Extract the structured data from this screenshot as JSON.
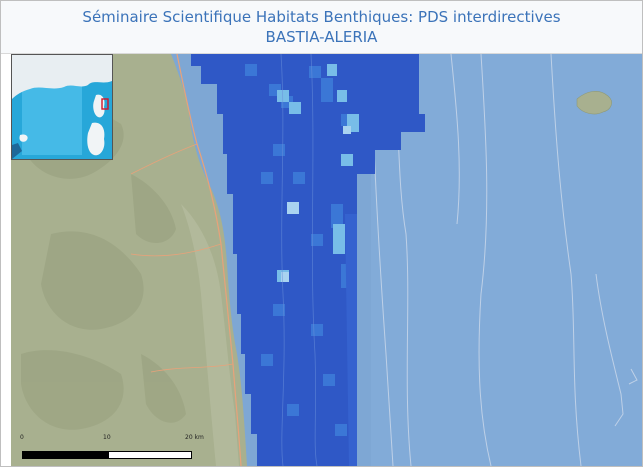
{
  "header": {
    "title": "Séminaire Scientifique Habitats Benthiques: PDS interdirectives",
    "subtitle": "BASTIA-ALERIA"
  },
  "colors": {
    "land": "#a8b08f",
    "sea": "#7ea7d4",
    "deep_cells": "#2f58c6",
    "mid_cells": "#3b77d6",
    "light_cells": "#78bde8",
    "pale_cells": "#a9d3f0",
    "contour": "#c9d7ea",
    "road": "#e8a27a",
    "title_text": "#3b73b9"
  },
  "scale_bar": {
    "labels": [
      "0",
      "10",
      "20 km"
    ]
  },
  "icons": {
    "inset": "overview-map-icon",
    "scale": "scale-bar-icon"
  }
}
